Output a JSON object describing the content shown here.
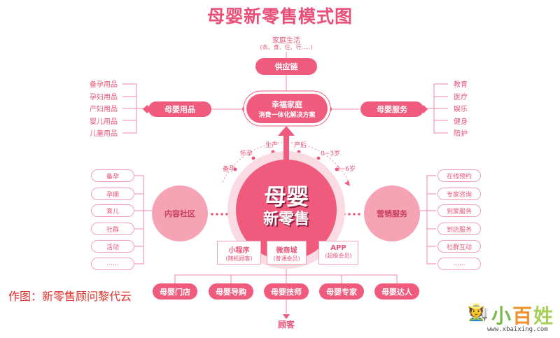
{
  "title": "母婴新零售模式图",
  "top": {
    "label": "家庭生活",
    "sub": "(衣、食、住、行.....)",
    "supply": "供应链"
  },
  "hub": {
    "line1": "幸福家庭",
    "line2": "消费一体化解决方案"
  },
  "products": {
    "label": "母婴用品",
    "items": [
      "备孕用品",
      "孕妇用品",
      "产妇用品",
      "婴儿用品",
      "儿童用品"
    ]
  },
  "services": {
    "label": "母婴服务",
    "items": [
      "教育",
      "医疗",
      "娱乐",
      "健身",
      "陪护"
    ]
  },
  "stages": [
    "备孕",
    "怀孕",
    "生产",
    "产后",
    "0~3岁",
    "3~6岁"
  ],
  "center": {
    "line1": "母婴",
    "line2": "新零售"
  },
  "community": {
    "label": "内容社区",
    "items": [
      "备孕",
      "孕期",
      "育儿",
      "社群",
      "活动",
      "......"
    ]
  },
  "marketing": {
    "label": "营销服务",
    "items": [
      "在线预约",
      "专家咨询",
      "到家服务",
      "到店服务",
      "社群互动",
      "......"
    ]
  },
  "channels": [
    {
      "name": "小程序",
      "sub": "(随机顾客)"
    },
    {
      "name": "微商城",
      "sub": "(普通会员)"
    },
    {
      "name": "APP",
      "sub": "(超级会员)"
    }
  ],
  "touchpoints": [
    "母婴门店",
    "母婴导购",
    "母婴技师",
    "母婴专家",
    "母婴达人"
  ],
  "customer": "顾客",
  "credit": "作图：新零售顾问黎代云",
  "logo": {
    "text": "小百姓",
    "url": "www.xbaixing.com"
  },
  "colors": {
    "accent": "#ef5a7d",
    "light": "#f7a3b6"
  }
}
